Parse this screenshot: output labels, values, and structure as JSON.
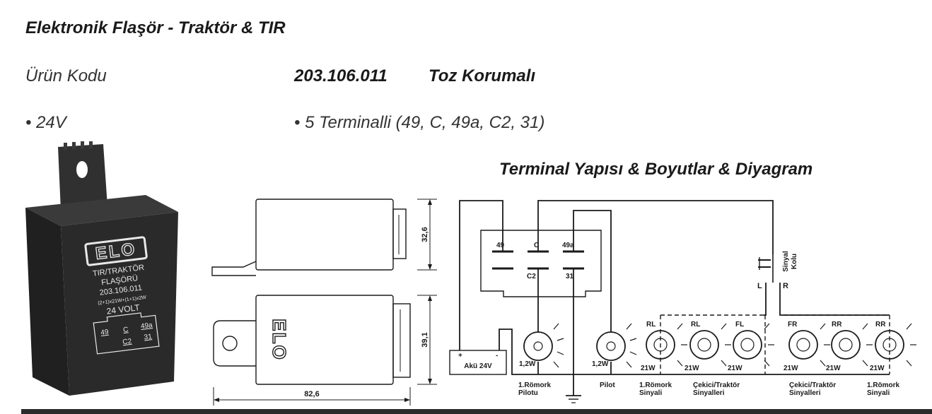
{
  "title": "Elektronik Flaşör - Traktör & TIR",
  "product_code": {
    "label": "Ürün Kodu",
    "value": "203.106.011",
    "feature": "Toz Korumalı"
  },
  "bullets": [
    "• 24V",
    "• 5 Terminalli (49, C, 49a, C2, 31)"
  ],
  "diagram_title": "Terminal Yapısı & Boyutlar & Diyagram",
  "product_label": {
    "brand": "ELO",
    "line1": "TIR/TRAKTÖR",
    "line2": "FLAŞÖRÜ",
    "line3": "203.106.011",
    "line4": "(2+1)x21W+(1+1)x2W",
    "line5": "24 VOLT",
    "terminals": [
      "49",
      "C",
      "49a",
      "C2",
      "31"
    ]
  },
  "dimensions": {
    "height": "32,6",
    "width": "39,1",
    "length": "82,6",
    "brand_mark": "ELO"
  },
  "wiring": {
    "terminal_labels": [
      "49",
      "C",
      "49a",
      "C2",
      "31"
    ],
    "battery": "Akü 24V",
    "battery_plus": "+",
    "battery_minus": "-",
    "switch_label_1": "Sinyal",
    "switch_label_2": "Kolu",
    "switch_left": "L",
    "switch_right": "R",
    "lamp_codes": [
      "RL",
      "RL",
      "FL",
      "FR",
      "RR",
      "RR"
    ],
    "watt_small": "1,2W",
    "watt_large": "21W",
    "captions": {
      "trailer_pilot_1": "1.Römork",
      "trailer_pilot_2": "Pilotu",
      "pilot": "Pilot",
      "trailer_signal_left_1": "1.Römork",
      "trailer_signal_left_2": "Sinyali",
      "tractor_signal_left_1": "Çekici/Traktör",
      "tractor_signal_left_2": "Sinyalleri",
      "tractor_signal_right_1": "Çekici/Traktör",
      "tractor_signal_right_2": "Sinyalleri",
      "trailer_signal_right_1": "1.Römork",
      "trailer_signal_right_2": "Sinyali"
    }
  },
  "colors": {
    "text": "#1a1a1a",
    "product_body": "#2a2a2a",
    "product_text": "#e8e8e8",
    "line": "#1a1a1a"
  }
}
